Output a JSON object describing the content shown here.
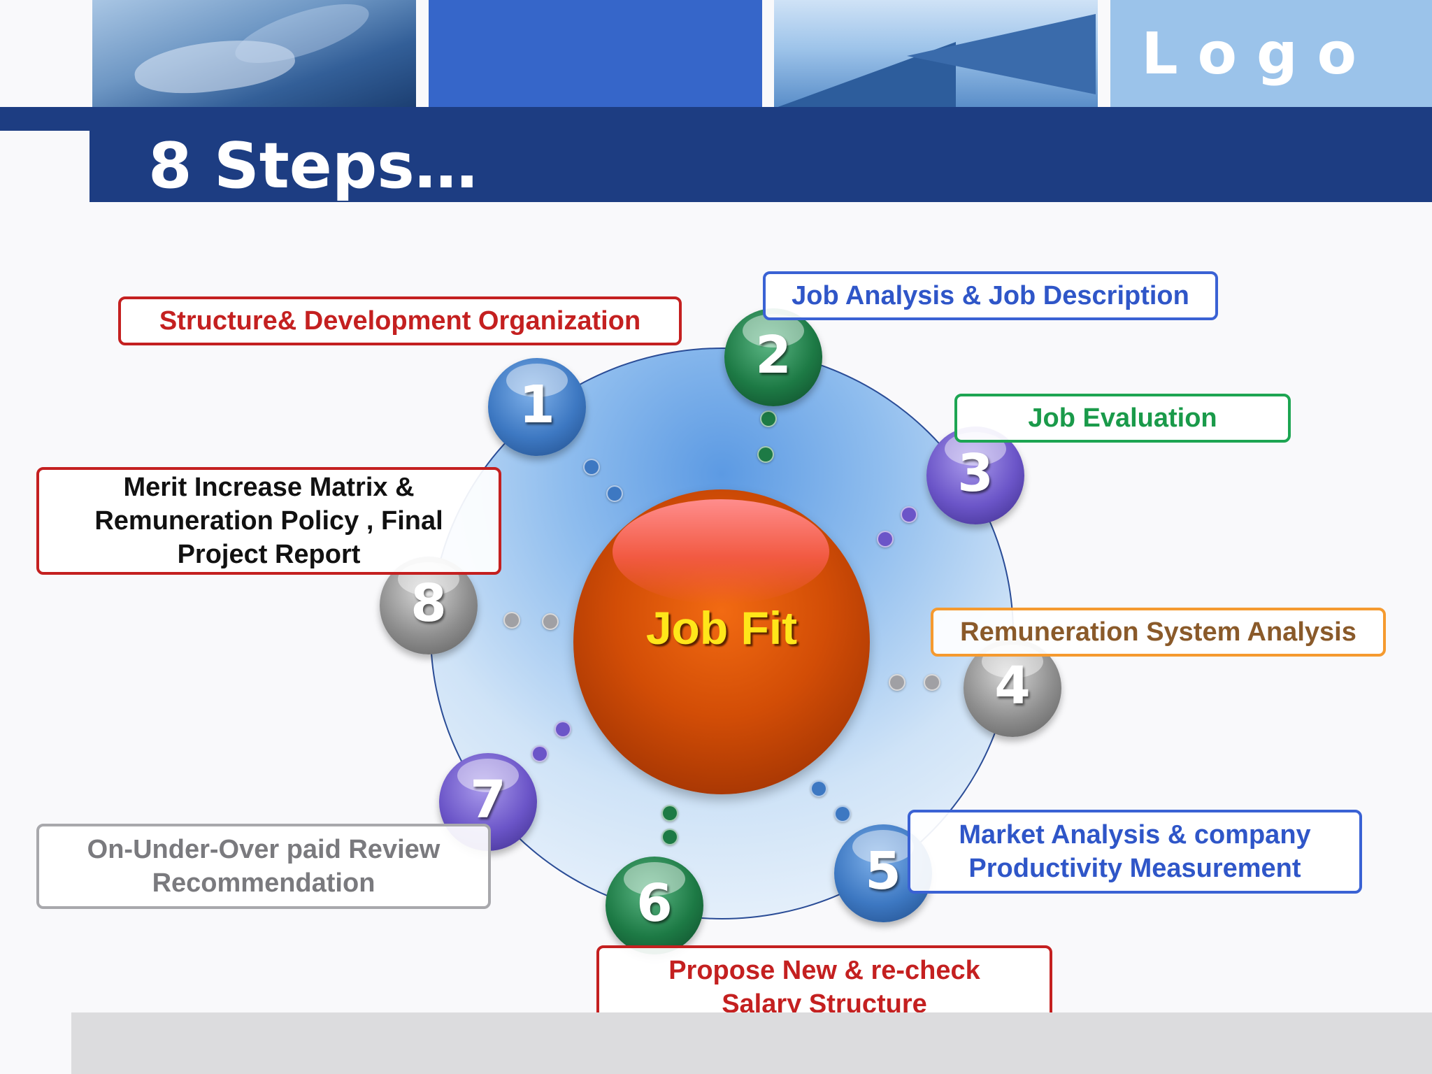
{
  "header": {
    "logo_text": "Logo",
    "title": "8 Steps…"
  },
  "diagram": {
    "center_label": "Job Fit",
    "steps": [
      {
        "number": "1",
        "label": "Structure& Development Organization",
        "color": "#3d78c2",
        "border": "#c42020",
        "text_color": "#c42020"
      },
      {
        "number": "2",
        "label": "Job Analysis & Job Description",
        "color": "#1d7a45",
        "border": "#3a62d4",
        "text_color": "#2f56c8"
      },
      {
        "number": "3",
        "label": "Job Evaluation",
        "color": "#6b55c8",
        "border": "#1da552",
        "text_color": "#1a9a4a"
      },
      {
        "number": "4",
        "label": "Remuneration System Analysis",
        "color": "#8e8e8e",
        "border": "#f59a2f",
        "text_color": "#8a5a2a"
      },
      {
        "number": "5",
        "label": "Market Analysis & company Productivity Measurement",
        "color": "#3d78c2",
        "border": "#3a62d4",
        "text_color": "#2f56c8"
      },
      {
        "number": "6",
        "label": "Propose New &  re-check Salary Structure",
        "color": "#1d7a45",
        "border": "#c42020",
        "text_color": "#c42020"
      },
      {
        "number": "7",
        "label": "On-Under-Over paid Review Recommendation",
        "color": "#6b55c8",
        "border": "#a8a8ac",
        "text_color": "#7a7a7e"
      },
      {
        "number": "8",
        "label": "Merit Increase Matrix & Remuneration Policy , Final Project Report",
        "color": "#8e8e8e",
        "border": "#c42020",
        "text_color": "#111111"
      }
    ],
    "connector_colors": {
      "blue": "#3d78c2",
      "green": "#1d7a45",
      "purple": "#6b55c8",
      "gray": "#a0a0a4"
    }
  }
}
